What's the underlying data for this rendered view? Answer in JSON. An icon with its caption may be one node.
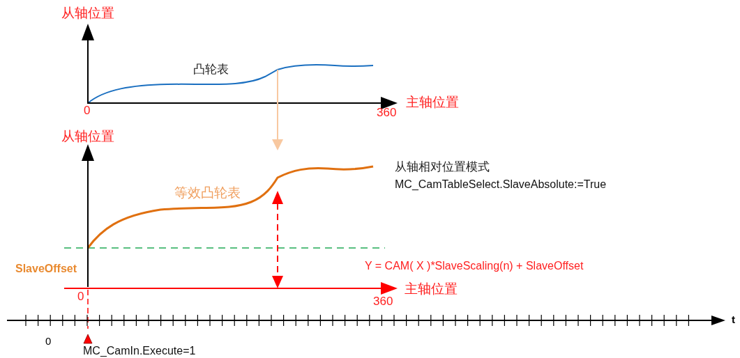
{
  "diagram": {
    "labels": [
      "从轴位置",
      "凸轮表",
      "主轴位置",
      "0",
      "360",
      "从轴位置",
      "从轴相对位置模式",
      "MC_CamTableSelect.SlaveAbsolute:=True",
      "等效凸轮表",
      "SlaveOffset",
      "Y = CAM( X )*SlaveScaling(n) + SlaveOffset",
      "主轴位置",
      "0",
      "360",
      "t",
      "0",
      "MC_CamIn.Execute=1"
    ]
  }
}
